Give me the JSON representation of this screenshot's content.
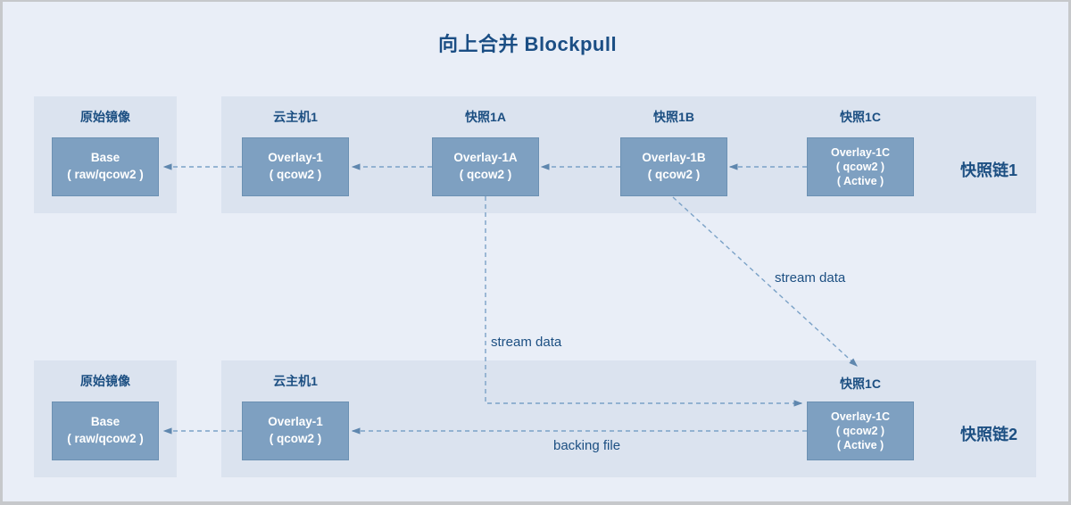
{
  "title": "向上合并 Blockpull",
  "colors": {
    "background": "#e9eef7",
    "panel": "#dbe3ef",
    "box_fill": "#7ea0c1",
    "box_border": "#6c91b3",
    "box_text": "#ffffff",
    "accent_text": "#1c4f82",
    "arrow": "#7ba2c7",
    "frame_border": "#c6c8cb"
  },
  "chains": [
    {
      "chain_label": "快照链1",
      "nodes": [
        {
          "label": "原始镜像",
          "box_lines": [
            "Base",
            "( raw/qcow2 )"
          ]
        },
        {
          "label": "云主机1",
          "box_lines": [
            "Overlay-1",
            "( qcow2 )"
          ]
        },
        {
          "label": "快照1A",
          "box_lines": [
            "Overlay-1A",
            "( qcow2 )"
          ]
        },
        {
          "label": "快照1B",
          "box_lines": [
            "Overlay-1B",
            "( qcow2 )"
          ]
        },
        {
          "label": "快照1C",
          "box_lines": [
            "Overlay-1C",
            "( qcow2 )",
            "( Active )"
          ]
        }
      ]
    },
    {
      "chain_label": "快照链2",
      "nodes": [
        {
          "label": "原始镜像",
          "box_lines": [
            "Base",
            "( raw/qcow2 )"
          ]
        },
        {
          "label": "云主机1",
          "box_lines": [
            "Overlay-1",
            "( qcow2 )"
          ]
        },
        {
          "label": "快照1C",
          "box_lines": [
            "Overlay-1C",
            "( qcow2 )",
            "( Active )"
          ]
        }
      ]
    }
  ],
  "annotations": {
    "stream_data_diagonal": "stream data",
    "stream_data_elbow": "stream data",
    "backing_file": "backing file"
  }
}
